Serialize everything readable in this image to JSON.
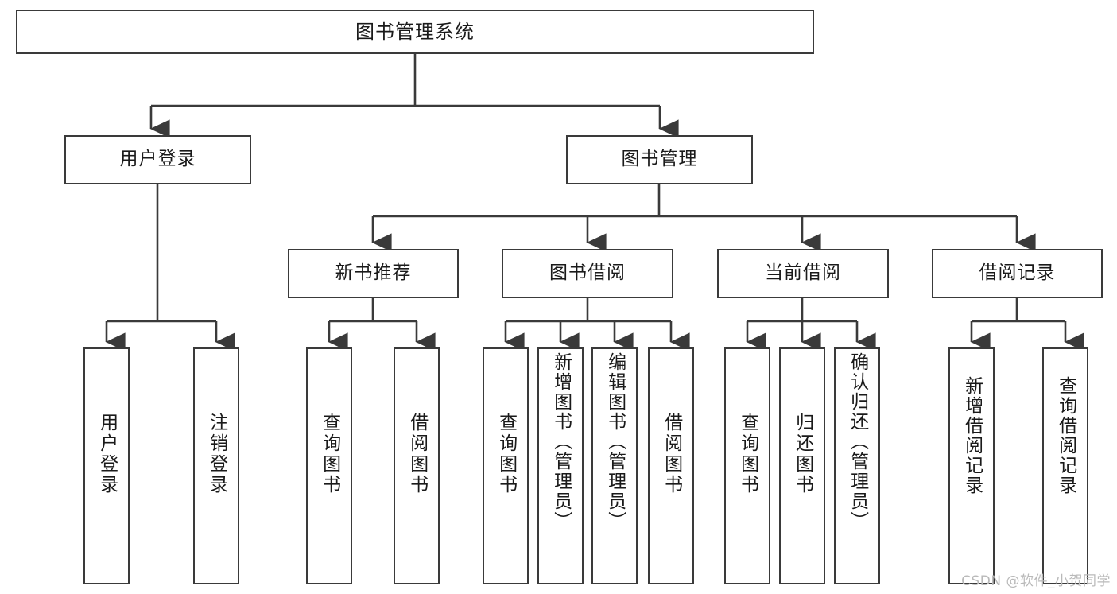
{
  "diagram": {
    "type": "tree",
    "title": "图书管理系统",
    "orientation": "top-down",
    "colors": {
      "box_border": "#3a3a3a",
      "box_fill": "#ffffff",
      "edge": "#3a3a3a",
      "text": "#1a1a1a",
      "watermark": "#b9b9b9"
    },
    "nodes": {
      "root": {
        "label": "图书管理系统"
      },
      "level2": [
        {
          "label": "用户登录"
        },
        {
          "label": "图书管理"
        }
      ],
      "level3": [
        {
          "label": "新书推荐"
        },
        {
          "label": "图书借阅"
        },
        {
          "label": "当前借阅"
        },
        {
          "label": "借阅记录"
        }
      ],
      "leaves": {
        "user_login": [
          {
            "label": "用户登录"
          },
          {
            "label": "注销登录"
          }
        ],
        "new_book_recommend": [
          {
            "label": "查询图书"
          },
          {
            "label": "借阅图书"
          }
        ],
        "book_borrow": [
          {
            "label": "查询图书"
          },
          {
            "label": "新增图书（管理员）"
          },
          {
            "label": "编辑图书（管理员）"
          },
          {
            "label": "借阅图书"
          }
        ],
        "current_borrow": [
          {
            "label": "查询图书"
          },
          {
            "label": "归还图书"
          },
          {
            "label": "确认归还（管理员）"
          }
        ],
        "borrow_record": [
          {
            "label": "新增借阅记录"
          },
          {
            "label": "查询借阅记录"
          }
        ]
      }
    }
  },
  "watermark": {
    "text": "CSDN @软件_小贺同学"
  }
}
